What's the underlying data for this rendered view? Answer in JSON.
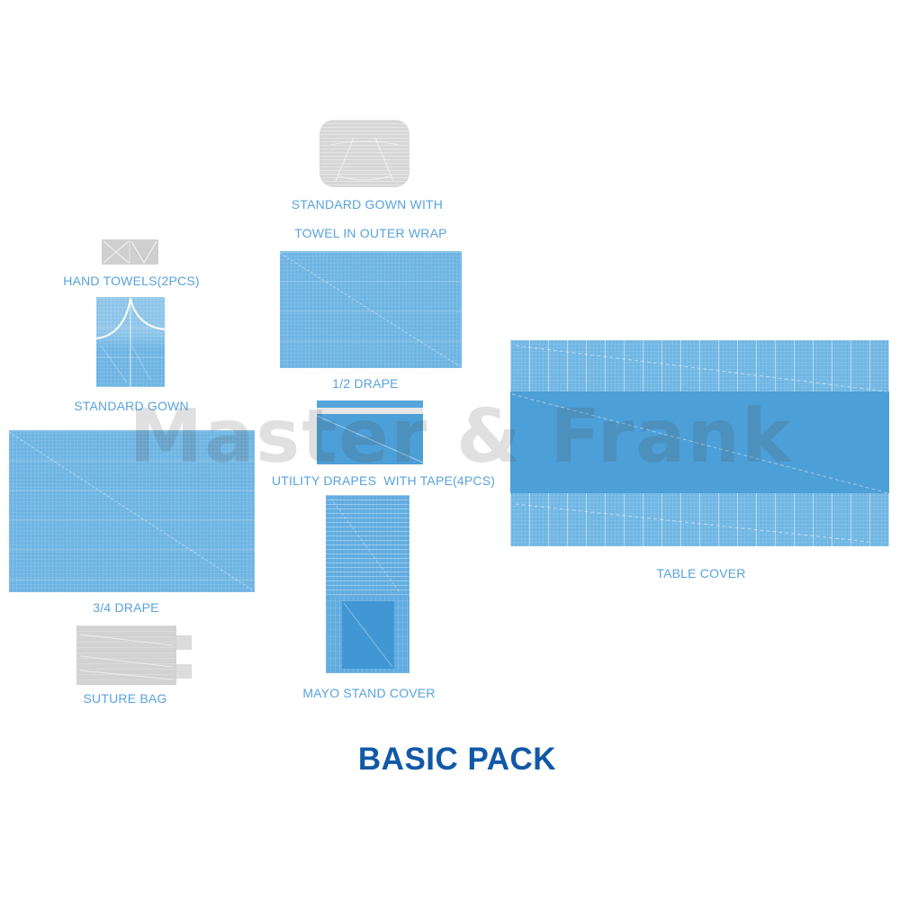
{
  "page": {
    "title": "BASIC PACK",
    "watermark": "Master & Frank"
  },
  "colors": {
    "label_blue": "#58a3dc",
    "title_blue": "#1159a7",
    "drape_light": "#6db4e3",
    "drape_mid": "#4d9fd7",
    "drape_dark": "#4197d4",
    "tape_gray": "#e7e7e7",
    "wrap_gray": "#d7d7d7",
    "towel_gray": "#cfcfcf",
    "suture_gray": "#d2d2d2"
  },
  "items": {
    "wrapped_gown": {
      "label_line1": "STANDARD GOWN WITH",
      "label_line2": "TOWEL IN OUTER WRAP"
    },
    "hand_towels": {
      "label": "HAND TOWELS(2PCS)"
    },
    "standard_gown": {
      "label": "STANDARD GOWN"
    },
    "half_drape": {
      "label": "1/2 DRAPE"
    },
    "utility_drapes": {
      "label": "UTILITY DRAPES  WITH TAPE(4PCS)"
    },
    "three_quarter_drape": {
      "label": "3/4 DRAPE"
    },
    "suture_bag": {
      "label": "SUTURE BAG"
    },
    "mayo_stand_cover": {
      "label": "MAYO STAND COVER"
    },
    "table_cover": {
      "label": "TABLE COVER"
    }
  }
}
